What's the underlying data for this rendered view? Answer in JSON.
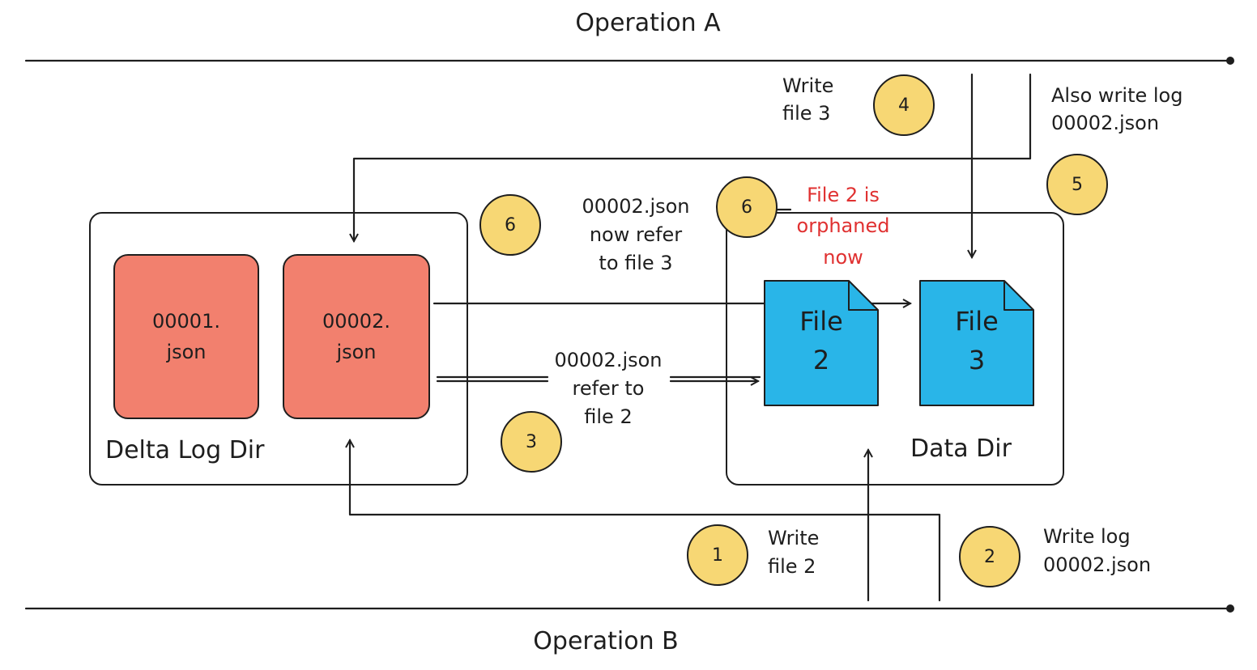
{
  "title_top": "Operation A",
  "title_bottom": "Operation B",
  "delta_log_dir": {
    "label": "Delta Log Dir",
    "files": [
      {
        "name": "00001.\njson"
      },
      {
        "name": "00002.\njson"
      }
    ]
  },
  "data_dir": {
    "label": "Data Dir",
    "files": [
      {
        "name": "File\n2"
      },
      {
        "name": "File\n3"
      }
    ]
  },
  "steps": {
    "s1": {
      "num": "1",
      "text": "Write\nfile 2"
    },
    "s2": {
      "num": "2",
      "text": "Write log\n00002.json"
    },
    "s3": {
      "num": "3",
      "text": "00002.json\nrefer to\nfile 2"
    },
    "s4": {
      "num": "4",
      "text": "Write\nfile 3"
    },
    "s5": {
      "num": "5",
      "text": "Also write log\n00002.json"
    },
    "s6a": {
      "num": "6",
      "text": "00002.json\nnow refer\nto file 3"
    },
    "s6b": {
      "num": "6",
      "text": "File 2 is\norphaned\nnow"
    }
  },
  "colors": {
    "log_file": "#f2806e",
    "data_file": "#29b5e8",
    "badge": "#f7d774",
    "orphan_text": "#e03131",
    "stroke": "#1e1e1e"
  }
}
